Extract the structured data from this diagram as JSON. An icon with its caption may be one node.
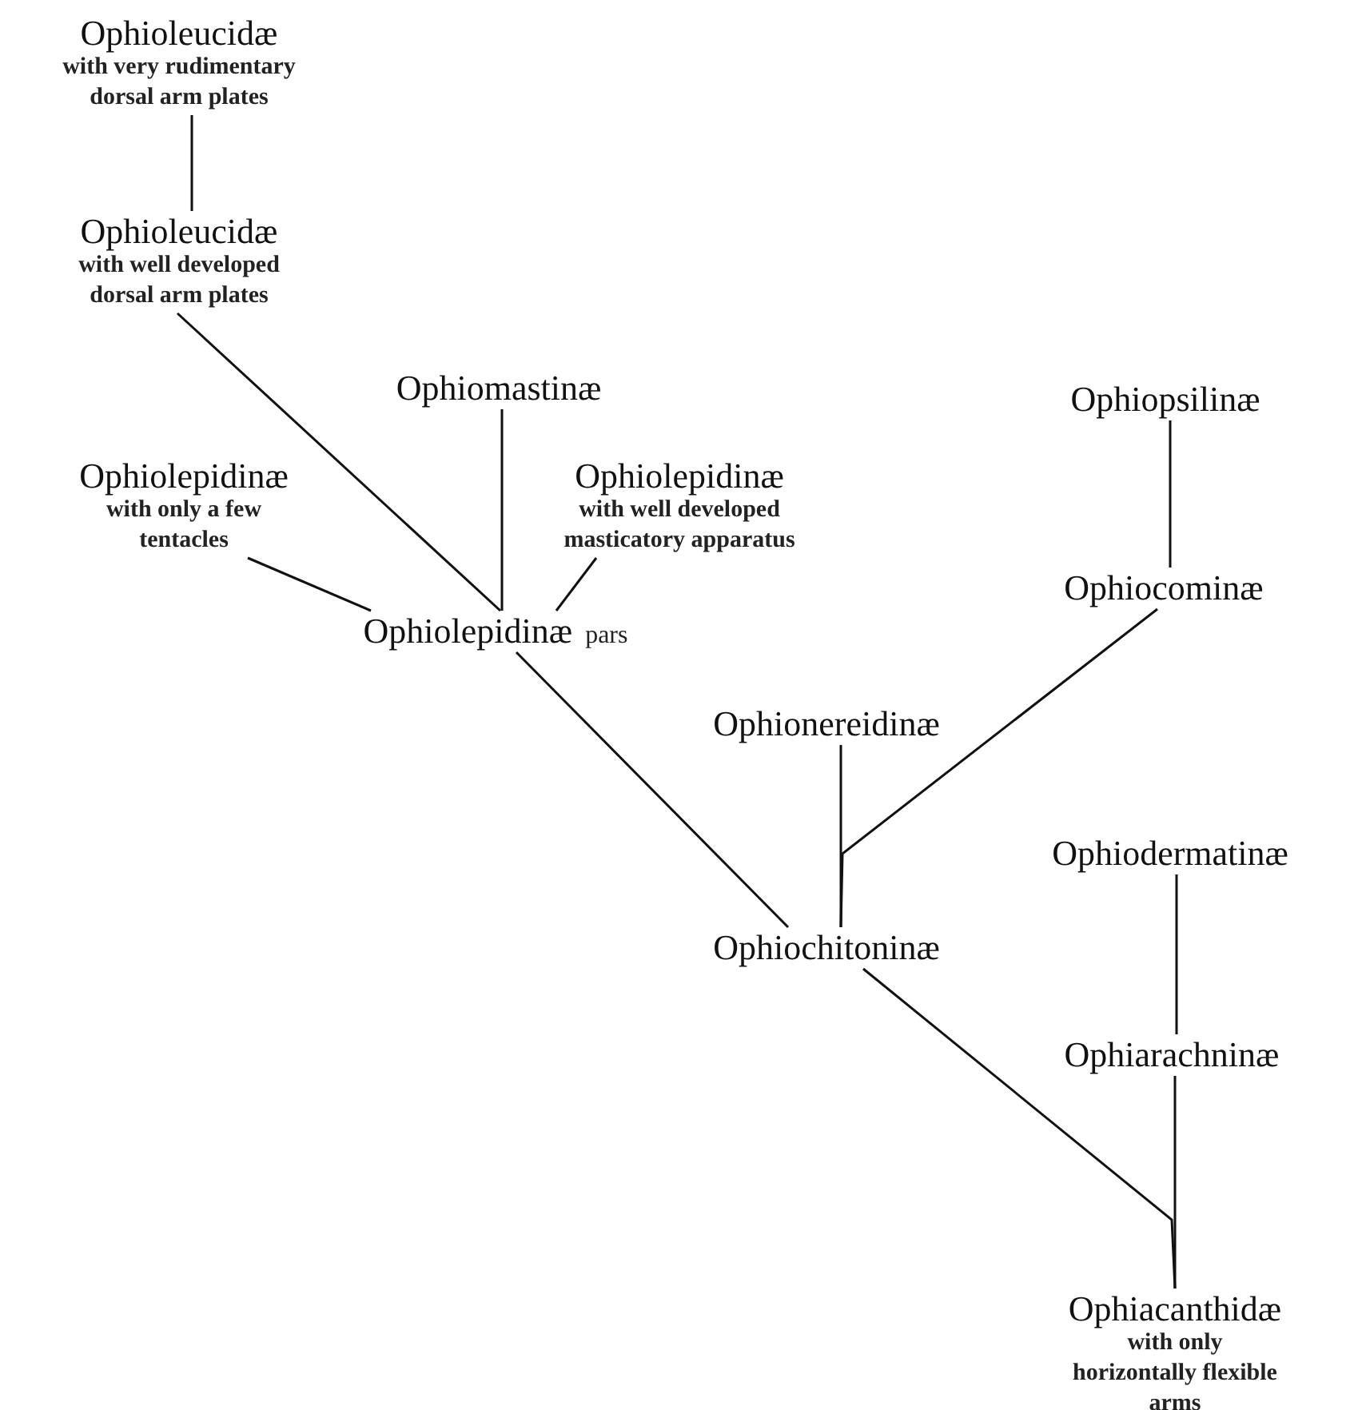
{
  "diagram": {
    "nodes": [
      {
        "text": [
          "Ophioleucidæ",
          "with very rudimentary dorsal arm plates"
        ]
      },
      {
        "text": [
          "Ophioleucidæ",
          "with well developed dorsal arm plates"
        ]
      },
      {
        "text": [
          "Ophiomastinæ"
        ]
      },
      {
        "text": [
          "Ophiopsilinæ"
        ]
      },
      {
        "text": [
          "Ophiolepidinæ",
          "with only a few tentacles"
        ]
      },
      {
        "text": [
          "Ophiolepidinæ",
          "with well developed masticatory apparatus"
        ]
      },
      {
        "text": [
          "Ophiocominæ"
        ]
      },
      {
        "text": [
          "Ophiolepidinæ",
          "pars"
        ]
      },
      {
        "text": [
          "Ophionereidinæ"
        ]
      },
      {
        "text": [
          "Ophiodermatinæ"
        ]
      },
      {
        "text": [
          "Ophiochitoninæ"
        ]
      },
      {
        "text": [
          "Ophiarachninæ"
        ]
      },
      {
        "text": [
          "Ophiacanthidæ",
          "with only horizontally flexible arms"
        ]
      }
    ],
    "edges": [
      {
        "from": 0,
        "to": 1,
        "arrow": "none"
      },
      {
        "from": 1,
        "to": 7,
        "arrow": "none"
      },
      {
        "from": 2,
        "to": 7,
        "arrow": "none"
      },
      {
        "from": 4,
        "to": 7,
        "arrow": "none"
      },
      {
        "from": 5,
        "to": 7,
        "arrow": "none"
      },
      {
        "from": 3,
        "to": 6,
        "arrow": "none"
      },
      {
        "from": 7,
        "to": 10,
        "arrow": "none"
      },
      {
        "from": 8,
        "to": 10,
        "arrow": "none"
      },
      {
        "from": 6,
        "to": 10,
        "arrow": "none"
      },
      {
        "from": 9,
        "to": 11,
        "arrow": "none"
      },
      {
        "from": 10,
        "to": 12,
        "arrow": "none"
      },
      {
        "from": 11,
        "to": 12,
        "arrow": "none"
      }
    ]
  }
}
